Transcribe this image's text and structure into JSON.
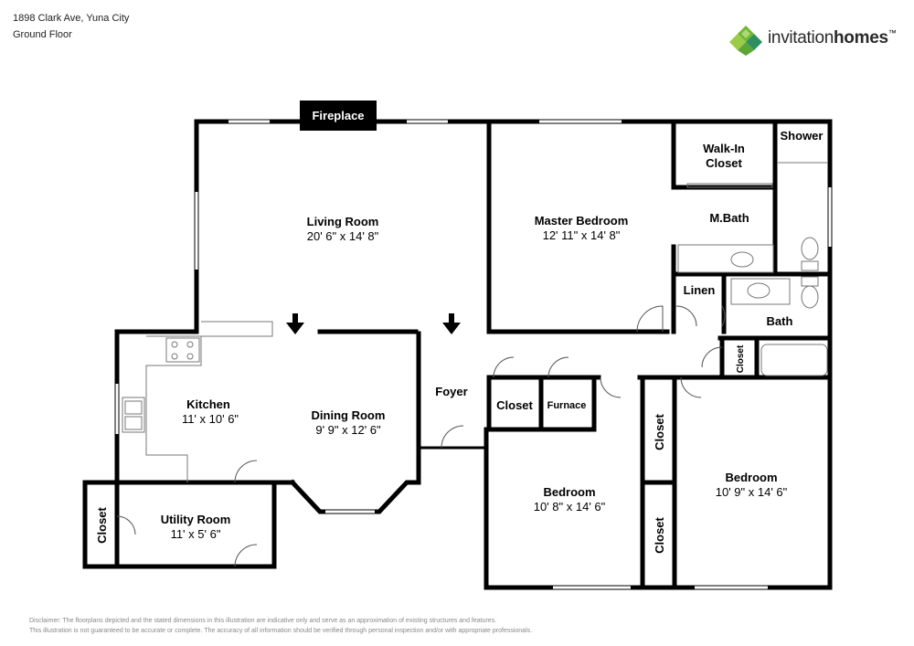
{
  "header": {
    "address": "1898 Clark Ave, Yuna City",
    "floor": "Ground Floor"
  },
  "brand": {
    "name_part1": "invitation",
    "name_part2": "homes",
    "trademark": "™",
    "accent_colors": [
      "#6fb82f",
      "#2e8f5f",
      "#9acc4a"
    ]
  },
  "labels": {
    "fireplace": "Fireplace",
    "living_room": "Living Room",
    "living_room_dims": "20' 6\" x 14' 8\"",
    "master_bedroom": "Master Bedroom",
    "master_bedroom_dims": "12' 11\" x 14' 8\"",
    "walk_in_line1": "Walk-In",
    "walk_in_line2": "Closet",
    "shower": "Shower",
    "mbath": "M.Bath",
    "linen": "Linen",
    "bath": "Bath",
    "closet": "Closet",
    "kitchen": "Kitchen",
    "kitchen_dims": "11' x 10' 6\"",
    "dining_room": "Dining Room",
    "dining_room_dims": "9' 9\" x 12' 6\"",
    "foyer": "Foyer",
    "furnace": "Furnace",
    "bedroom": "Bedroom",
    "bedroom1_dims": "10' 8\" x 14' 6\"",
    "bedroom2_dims": "10' 9\" x 14' 6\"",
    "utility_room": "Utility Room",
    "utility_room_dims": "11' x 5' 6\""
  },
  "disclaimer": {
    "line1": "Disclaimer: The floorplans depicted and the stated dimensions in this illustration are indicative only and serve as an approximation of existing structures and features.",
    "line2": "This illustration is not guaranteed to be accurate or complete. The accuracy of all information should be verified through personal inspection and/or with appropriate professionals."
  }
}
